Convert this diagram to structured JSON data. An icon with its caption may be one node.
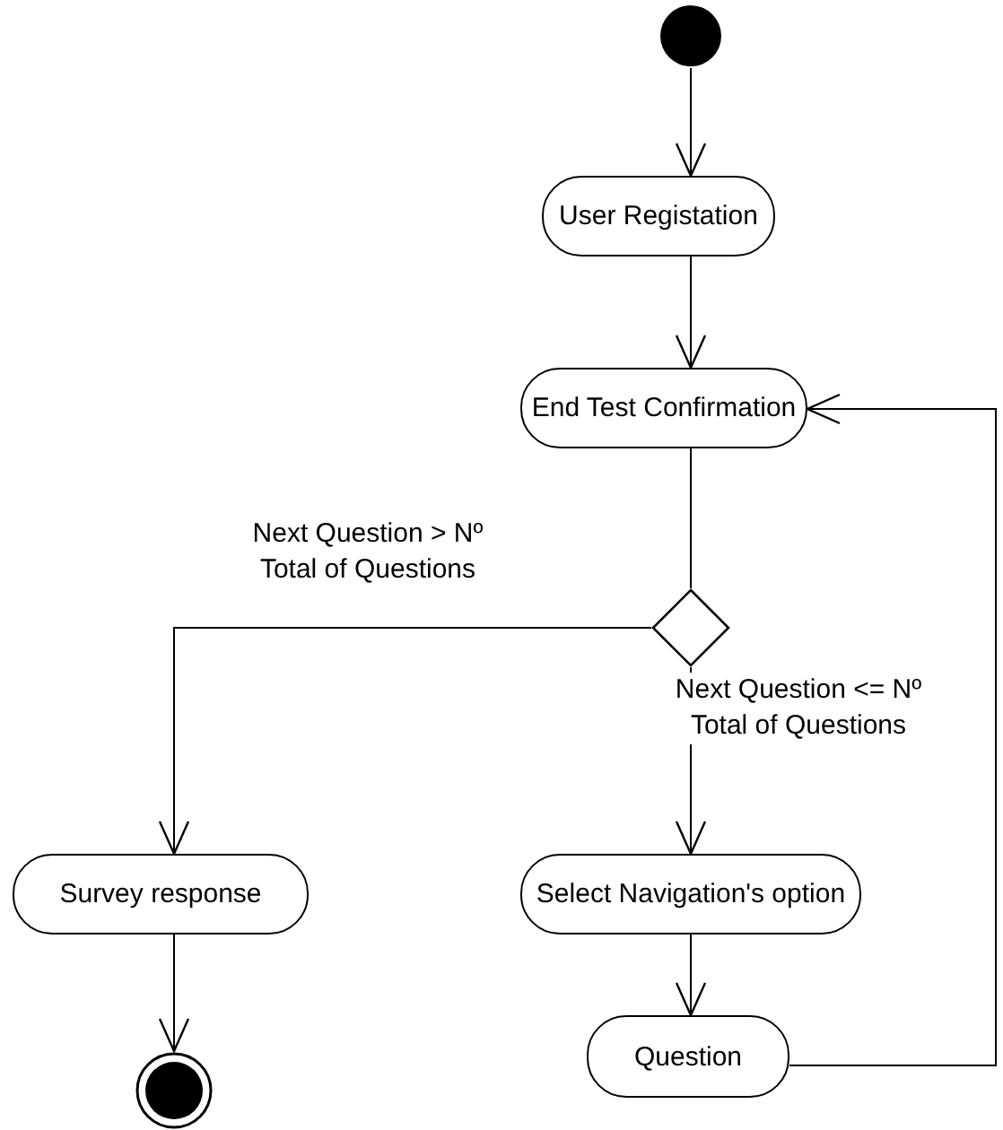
{
  "diagram": {
    "nodes": [
      {
        "text": [],
        "shape": "circle"
      },
      {
        "text": [
          "User Registation"
        ]
      },
      {
        "text": [
          "End Test Confirmation"
        ]
      },
      {
        "text": [],
        "shape": "diamond"
      },
      {
        "text": [
          "Survey response"
        ]
      },
      {
        "text": [
          "Select Navigation's option"
        ]
      },
      {
        "text": [
          "Question"
        ]
      },
      {
        "text": [],
        "shape": "bullseye"
      }
    ],
    "edges": [
      {
        "from": 0,
        "to": 1,
        "arrow": "to"
      },
      {
        "from": 1,
        "to": 2,
        "arrow": "to"
      },
      {
        "from": 2,
        "to": 3,
        "arrow": "none"
      },
      {
        "from": 3,
        "to": 4,
        "arrow": "to",
        "label": "Next Question > Nº Total of Questions"
      },
      {
        "from": 3,
        "to": 5,
        "arrow": "to",
        "label": "Next Question <= Nº Total of Questions"
      },
      {
        "from": 5,
        "to": 6,
        "arrow": "to"
      },
      {
        "from": 6,
        "to": 2,
        "arrow": "to"
      },
      {
        "from": 4,
        "to": 7,
        "arrow": "to"
      }
    ]
  }
}
